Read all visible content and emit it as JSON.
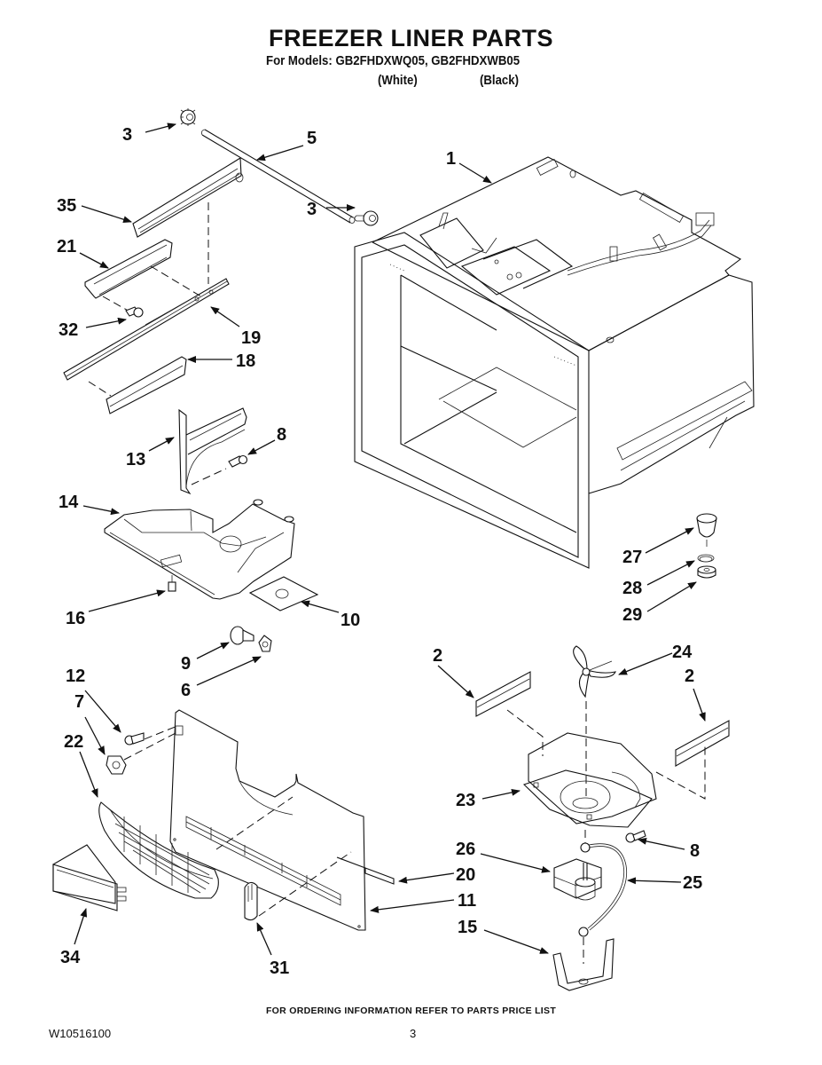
{
  "header": {
    "title": "FREEZER LINER PARTS",
    "models_line": "For Models: GB2FHDXWQ05, GB2FHDXWB05",
    "variants": [
      "(White)",
      "(Black)"
    ]
  },
  "callouts": [
    {
      "id": "c3a",
      "label": "3"
    },
    {
      "id": "c5",
      "label": "5"
    },
    {
      "id": "c1",
      "label": "1"
    },
    {
      "id": "c35",
      "label": "35"
    },
    {
      "id": "c3b",
      "label": "3"
    },
    {
      "id": "c21",
      "label": "21"
    },
    {
      "id": "c32",
      "label": "32"
    },
    {
      "id": "c19",
      "label": "19"
    },
    {
      "id": "c18",
      "label": "18"
    },
    {
      "id": "c13",
      "label": "13"
    },
    {
      "id": "c8a",
      "label": "8"
    },
    {
      "id": "c14",
      "label": "14"
    },
    {
      "id": "c27",
      "label": "27"
    },
    {
      "id": "c28",
      "label": "28"
    },
    {
      "id": "c29",
      "label": "29"
    },
    {
      "id": "c16",
      "label": "16"
    },
    {
      "id": "c10",
      "label": "10"
    },
    {
      "id": "c9",
      "label": "9"
    },
    {
      "id": "c6",
      "label": "6"
    },
    {
      "id": "c2a",
      "label": "2"
    },
    {
      "id": "c24",
      "label": "24"
    },
    {
      "id": "c2b",
      "label": "2"
    },
    {
      "id": "c12",
      "label": "12"
    },
    {
      "id": "c7",
      "label": "7"
    },
    {
      "id": "c22",
      "label": "22"
    },
    {
      "id": "c23",
      "label": "23"
    },
    {
      "id": "c26",
      "label": "26"
    },
    {
      "id": "c8b",
      "label": "8"
    },
    {
      "id": "c20",
      "label": "20"
    },
    {
      "id": "c25",
      "label": "25"
    },
    {
      "id": "c11",
      "label": "11"
    },
    {
      "id": "c15",
      "label": "15"
    },
    {
      "id": "c34",
      "label": "34"
    },
    {
      "id": "c31",
      "label": "31"
    }
  ],
  "footer": {
    "ordering_note": "FOR ORDERING INFORMATION REFER TO PARTS PRICE LIST",
    "document_id": "W10516100",
    "page_number": "3"
  }
}
